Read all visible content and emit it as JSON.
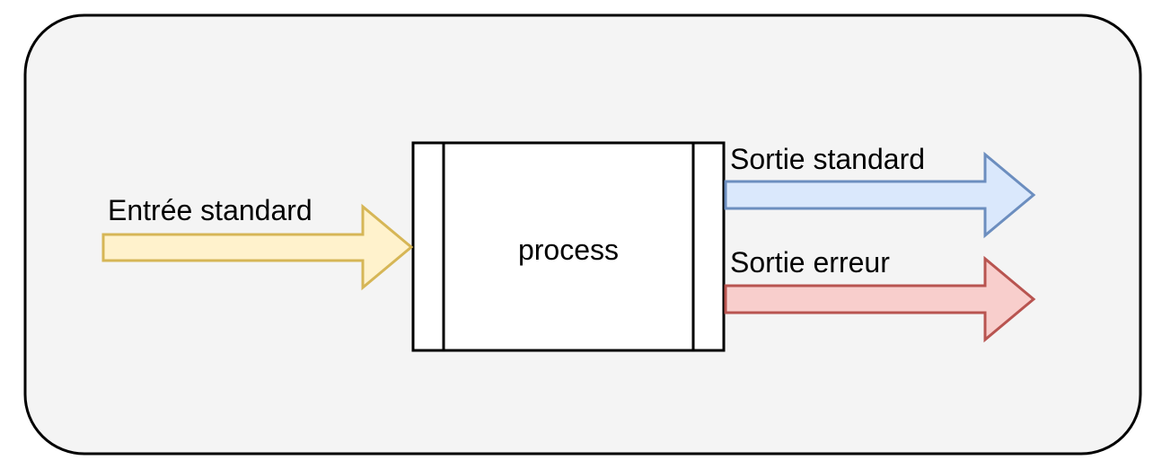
{
  "diagram": {
    "process_label": "process",
    "input_label": "Entrée standard",
    "stdout_label": "Sortie standard",
    "stderr_label": "Sortie erreur"
  },
  "colors": {
    "container_fill": "#f4f4f4",
    "container_stroke": "#000000",
    "process_fill": "#ffffff",
    "input_arrow_fill": "#fff2cc",
    "input_arrow_stroke": "#d6b656",
    "stdout_arrow_fill": "#dae8fc",
    "stdout_arrow_stroke": "#6c8ebf",
    "stderr_arrow_fill": "#f8cecc",
    "stderr_arrow_stroke": "#b85450"
  }
}
